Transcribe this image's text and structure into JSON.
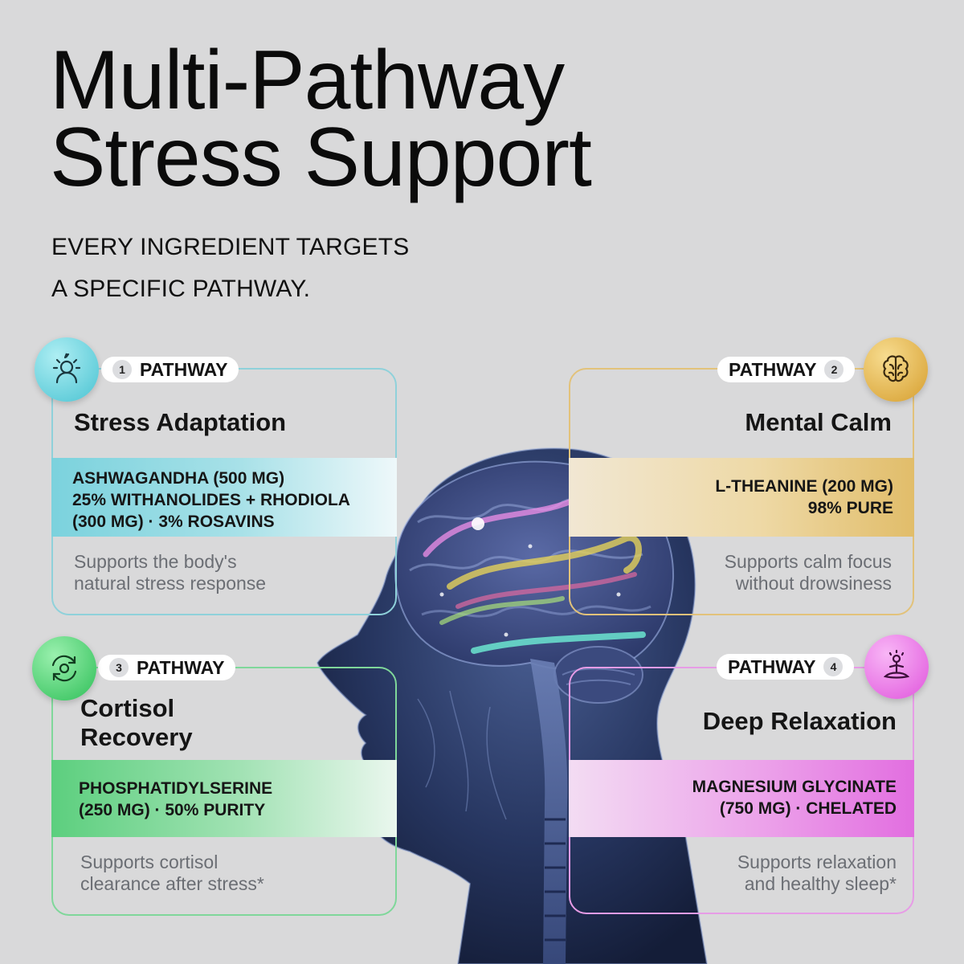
{
  "header": {
    "title_line1": "Multi-Pathway",
    "title_line2": "Stress Support",
    "subtitle_line1": "EVERY INGREDIENT TARGETS",
    "subtitle_line2": "A SPECIFIC PATHWAY."
  },
  "pathways": [
    {
      "number": "1",
      "label": "PATHWAY",
      "icon": "stressed-head-icon",
      "color": "#4ac3d2",
      "title": "Stress Adaptation",
      "ingredient_lines": [
        "ASHWAGANDHA (500 MG)",
        "25% WITHANOLIDES + RHODIOLA",
        "(300 MG) · 3% ROSAVINS"
      ],
      "desc_lines": [
        "Supports the body's",
        "natural stress response"
      ]
    },
    {
      "number": "2",
      "label": "PATHWAY",
      "icon": "brain-icon",
      "color": "#d69e2e",
      "title": "Mental Calm",
      "ingredient_lines": [
        "L-THEANINE (200 MG)",
        "98% PURE"
      ],
      "desc_lines": [
        "Supports calm focus",
        "without drowsiness"
      ]
    },
    {
      "number": "3",
      "label": "PATHWAY",
      "icon": "cycle-recovery-icon",
      "color": "#2fbf58",
      "title_lines": [
        "Cortisol",
        "Recovery"
      ],
      "ingredient_lines": [
        "PHOSPHATIDYLSERINE",
        "(250 MG) · 50% PURITY"
      ],
      "desc_lines": [
        "Supports cortisol",
        "clearance after stress*"
      ]
    },
    {
      "number": "4",
      "label": "PATHWAY",
      "icon": "meditation-icon",
      "color": "#e055dc",
      "title": "Deep Relaxation",
      "ingredient_lines": [
        "MAGNESIUM GLYCINATE",
        "(750 MG) · CHELATED"
      ],
      "desc_lines": [
        "Supports relaxation",
        "and healthy sleep*"
      ]
    }
  ]
}
